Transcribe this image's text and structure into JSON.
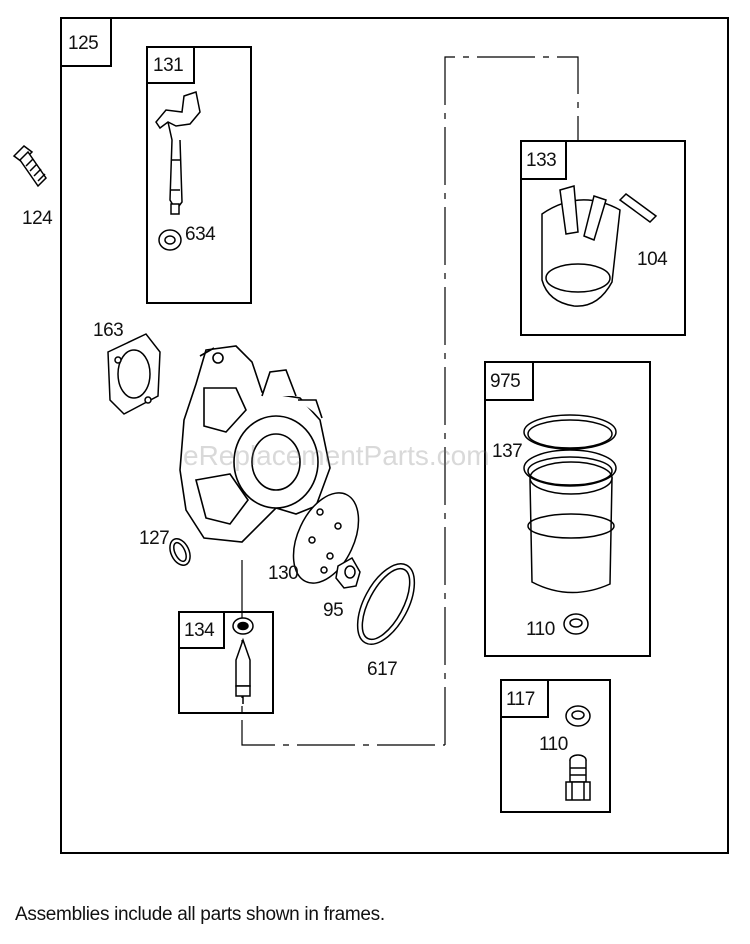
{
  "frames": {
    "f125": "125",
    "f131": "131",
    "f133": "133",
    "f975": "975",
    "f134": "134",
    "f117": "117"
  },
  "parts": {
    "p124": "124",
    "p634": "634",
    "p104": "104",
    "p163": "163",
    "p137": "137",
    "p127": "127",
    "p130": "130",
    "p95": "95",
    "p617": "617",
    "p110a": "110",
    "p110b": "110"
  },
  "watermark": "eReplacementParts.com",
  "footer": "Assemblies include all parts shown in frames."
}
